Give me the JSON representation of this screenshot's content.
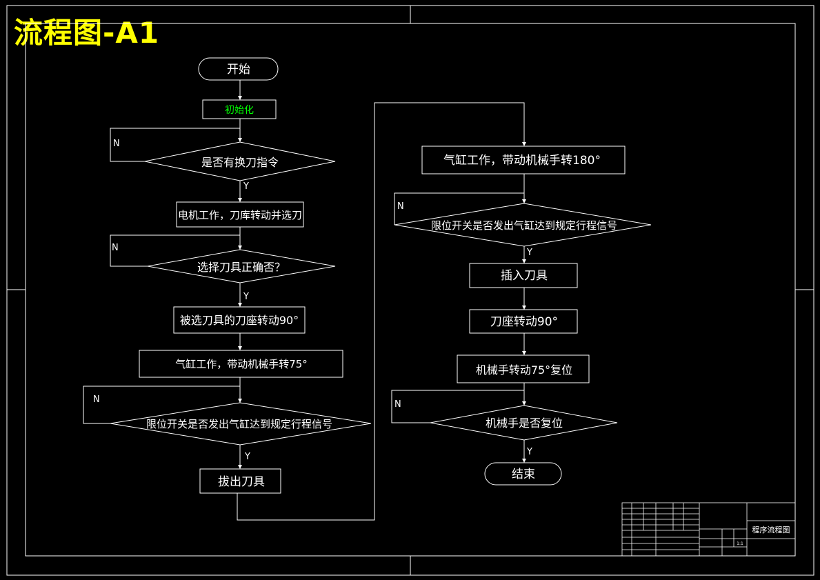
{
  "sheet_title": "流程图-A1",
  "colors": {
    "line": "#ffffff",
    "text": "#ffffff",
    "title": "#ffff00",
    "init_text": "#00ff00",
    "background": "#000000"
  },
  "flow": {
    "start": "开始",
    "init": "初始化",
    "d1": "是否有换刀指令",
    "p1": "电机工作，刀库转动并选刀",
    "d2": "选择刀具正确否？",
    "p2": "被选刀具的刀座转动90°",
    "p3": "气缸工作，带动机械手转75°",
    "d3": "限位开关是否发出气缸达到规定行程信号",
    "p4": "拔出刀具",
    "p5": "气缸工作，带动机械手转180°",
    "d4": "限位开关是否发出气缸达到规定行程信号",
    "p6": "插入刀具",
    "p7": "刀座转动90°",
    "p8": "机械手转动75°复位",
    "d5": "机械手是否复位",
    "end": "结束",
    "yes": "Y",
    "no": "N"
  },
  "title_block": {
    "drawing_name": "程序流程图",
    "scale": "1:1"
  }
}
